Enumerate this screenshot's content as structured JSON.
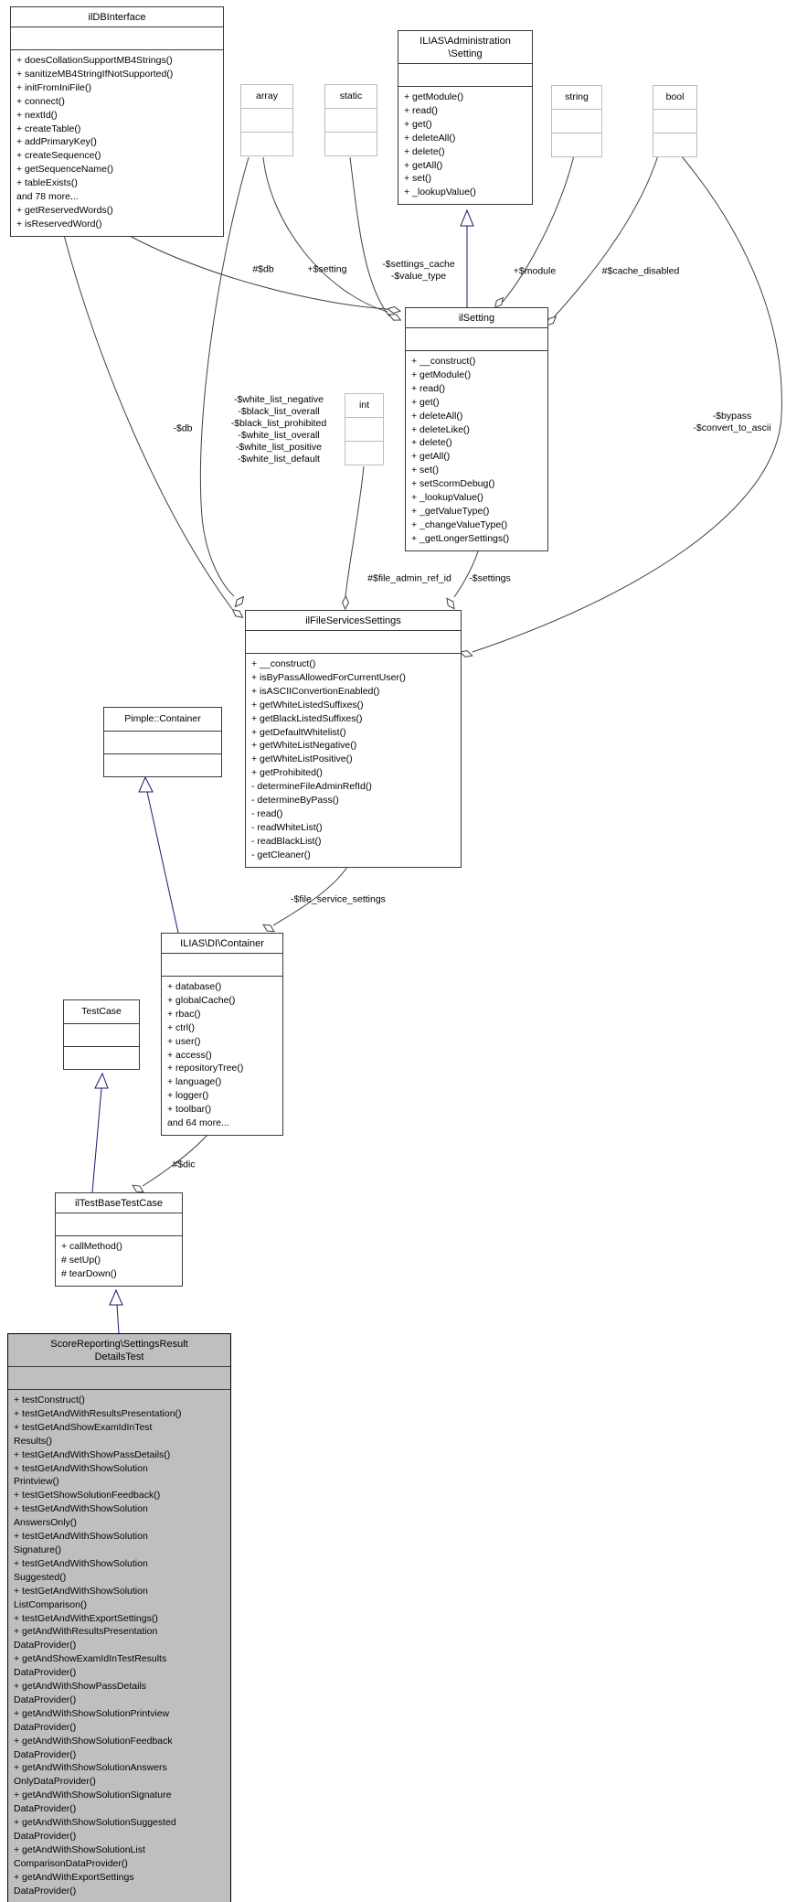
{
  "classes": {
    "ildb": {
      "title": "ilDBInterface",
      "methods": [
        "+ doesCollationSupportMB4Strings()",
        "+ sanitizeMB4StringIfNotSupported()",
        "+ initFromIniFile()",
        "+ connect()",
        "+ nextId()",
        "+ createTable()",
        "+ addPrimaryKey()",
        "+ createSequence()",
        "+ getSequenceName()",
        "+ tableExists()",
        "and 78 more...",
        "+ getReservedWords()",
        "+ isReservedWord()"
      ]
    },
    "admin": {
      "title": "ILIAS\\Administration\n\\Setting",
      "methods": [
        "+ getModule()",
        "+ read()",
        "+ get()",
        "+ deleteAll()",
        "+ delete()",
        "+ getAll()",
        "+ set()",
        "+ _lookupValue()"
      ]
    },
    "ilsetting": {
      "title": "ilSetting",
      "methods": [
        "+ __construct()",
        "+ getModule()",
        "+ read()",
        "+ get()",
        "+ deleteAll()",
        "+ deleteLike()",
        "+ delete()",
        "+ getAll()",
        "+ set()",
        "+ setScormDebug()",
        "+ _lookupValue()",
        "+ _getValueType()",
        "+ _changeValueType()",
        "+ _getLongerSettings()"
      ]
    },
    "fss": {
      "title": "ilFileServicesSettings",
      "methods": [
        "+ __construct()",
        "+ isByPassAllowedForCurrentUser()",
        "+ isASCIIConvertionEnabled()",
        "+ getWhiteListedSuffixes()",
        "+ getBlackListedSuffixes()",
        "+ getDefaultWhitelist()",
        "+ getWhiteListNegative()",
        "+ getWhiteListPositive()",
        "+ getProhibited()",
        "- determineFileAdminRefId()",
        "- determineByPass()",
        "- read()",
        "- readWhiteList()",
        "- readBlackList()",
        "- getCleaner()"
      ]
    },
    "pimple": {
      "title": "Pimple::Container",
      "methods": []
    },
    "dic": {
      "title": "ILIAS\\DI\\Container",
      "methods": [
        "+ database()",
        "+ globalCache()",
        "+ rbac()",
        "+ ctrl()",
        "+ user()",
        "+ access()",
        "+ repositoryTree()",
        "+ language()",
        "+ logger()",
        "+ toolbar()",
        "and 64 more..."
      ]
    },
    "testcase": {
      "title": "TestCase",
      "methods": []
    },
    "iltb": {
      "title": "ilTestBaseTestCase",
      "methods": [
        "+ callMethod()",
        "# setUp()",
        "# tearDown()"
      ]
    },
    "main": {
      "title": "ScoreReporting\\SettingsResult\nDetailsTest",
      "methods": [
        "+ testConstruct()",
        "+ testGetAndWithResultsPresentation()",
        "+ testGetAndShowExamIdInTest\nResults()",
        "+ testGetAndWithShowPassDetails()",
        "+ testGetAndWithShowSolution\nPrintview()",
        "+ testGetShowSolutionFeedback()",
        "+ testGetAndWithShowSolution\nAnswersOnly()",
        "+ testGetAndWithShowSolution\nSignature()",
        "+ testGetAndWithShowSolution\nSuggested()",
        "+ testGetAndWithShowSolution\nListComparison()",
        "+ testGetAndWithExportSettings()",
        "+ getAndWithResultsPresentation\nDataProvider()",
        "+ getAndShowExamIdInTestResults\nDataProvider()",
        "+ getAndWithShowPassDetails\nDataProvider()",
        "+ getAndWithShowSolutionPrintview\nDataProvider()",
        "+ getAndWithShowSolutionFeedback\nDataProvider()",
        "+ getAndWithShowSolutionAnswers\nOnlyDataProvider()",
        "+ getAndWithShowSolutionSignature\nDataProvider()",
        "+ getAndWithShowSolutionSuggested\nDataProvider()",
        "+ getAndWithShowSolutionList\nComparisonDataProvider()",
        "+ getAndWithExportSettings\nDataProvider()"
      ]
    }
  },
  "type_boxes": {
    "array": "array",
    "static": "static",
    "string": "string",
    "bool": "bool",
    "int": "int"
  },
  "edge_labels": {
    "db_setting": "#$db",
    "setting": "+$setting",
    "settings_cache": "-$settings_cache\n-$value_type",
    "module": "+$module",
    "cache_disabled": "#$cache_disabled",
    "db_fss": "-$db",
    "whitelist": "-$white_list_negative\n-$black_list_overall\n-$black_list_prohibited\n-$white_list_overall\n-$white_list_positive\n-$white_list_default",
    "bypass": "-$bypass\n-$convert_to_ascii",
    "file_admin_ref_id": "#$file_admin_ref_id",
    "settings": "-$settings",
    "file_service_settings": "-$file_service_settings",
    "dic": "#$dic"
  },
  "colors": {
    "main_node_fill": "#bfbfbf",
    "association_edge": "#404040",
    "inheritance_edge": "#191970",
    "class_border": "#3a3a3a",
    "type_border": "#bcbcbc"
  }
}
